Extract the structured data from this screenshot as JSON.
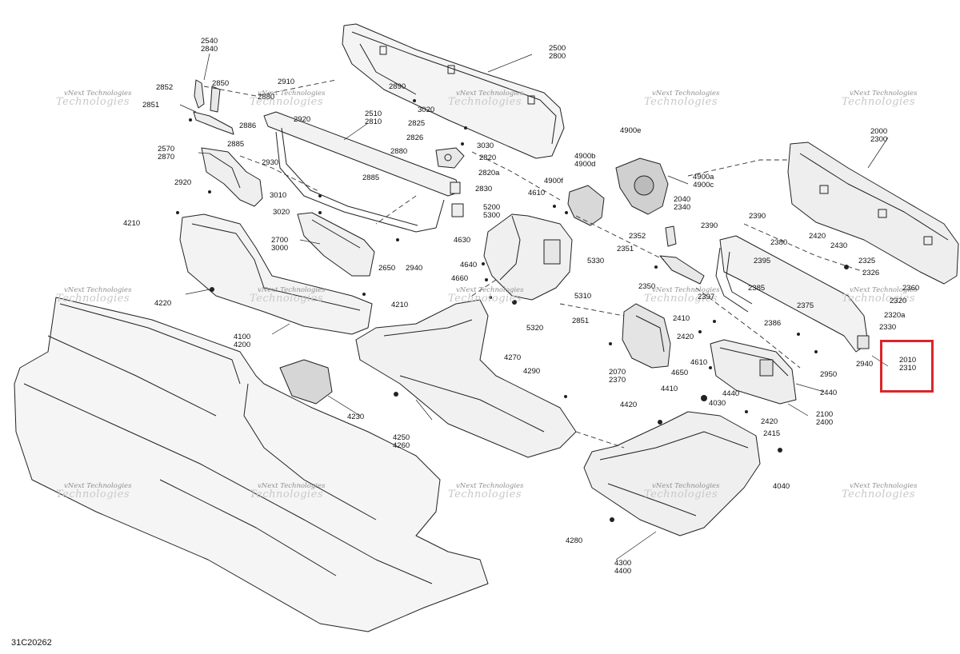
{
  "drawing_code": "31C20262",
  "watermark": {
    "line1": "vNext Technologies",
    "line2": "Technologies"
  },
  "highlight_color": "#d8262b",
  "highlighted_callout": [
    "2010",
    "2310"
  ],
  "callouts": [
    [
      "2540",
      "2840"
    ],
    [
      "2852"
    ],
    [
      "2850"
    ],
    [
      "2851"
    ],
    [
      "2910"
    ],
    [
      "2880"
    ],
    [
      "2920"
    ],
    [
      "2886"
    ],
    [
      "2885"
    ],
    [
      "2570",
      "2870"
    ],
    [
      "2930"
    ],
    [
      "2920"
    ],
    [
      "2510",
      "2810"
    ],
    [
      "2890"
    ],
    [
      "3020"
    ],
    [
      "2825"
    ],
    [
      "2826"
    ],
    [
      "3030"
    ],
    [
      "2820"
    ],
    [
      "2820a"
    ],
    [
      "2880"
    ],
    [
      "2830"
    ],
    [
      "2885"
    ],
    [
      "3010"
    ],
    [
      "3020"
    ],
    [
      "2500",
      "2800"
    ],
    [
      "4900e"
    ],
    [
      "4900b",
      "4900d"
    ],
    [
      "4900a",
      "4900c"
    ],
    [
      "4900f"
    ],
    [
      "4610"
    ],
    [
      "2040",
      "2340"
    ],
    [
      "2000",
      "2300"
    ],
    [
      "4210"
    ],
    [
      "2700",
      "3000"
    ],
    [
      "2650"
    ],
    [
      "2940"
    ],
    [
      "5200",
      "5300"
    ],
    [
      "4630"
    ],
    [
      "4640"
    ],
    [
      "4660"
    ],
    [
      "5330"
    ],
    [
      "5310"
    ],
    [
      "5320"
    ],
    [
      "4270"
    ],
    [
      "4220"
    ],
    [
      "4210"
    ],
    [
      "4100",
      "4200"
    ],
    [
      "2390"
    ],
    [
      "2352"
    ],
    [
      "2351"
    ],
    [
      "2350"
    ],
    [
      "2395"
    ],
    [
      "2397"
    ],
    [
      "2385"
    ],
    [
      "2375"
    ],
    [
      "2390"
    ],
    [
      "2420"
    ],
    [
      "2430"
    ],
    [
      "2380"
    ],
    [
      "2325"
    ],
    [
      "2326"
    ],
    [
      "2360"
    ],
    [
      "2320"
    ],
    [
      "2320a"
    ],
    [
      "2330"
    ],
    [
      "2851"
    ],
    [
      "2410"
    ],
    [
      "2420"
    ],
    [
      "2386"
    ],
    [
      "2070",
      "2370"
    ],
    [
      "4610"
    ],
    [
      "4650"
    ],
    [
      "4440"
    ],
    [
      "4410"
    ],
    [
      "4030"
    ],
    [
      "2950"
    ],
    [
      "2940"
    ],
    [
      "2440"
    ],
    [
      "2100",
      "2400"
    ],
    [
      "2420"
    ],
    [
      "2415"
    ],
    [
      "4420"
    ],
    [
      "4290"
    ],
    [
      "4230"
    ],
    [
      "4250",
      "4260"
    ],
    [
      "4040"
    ],
    [
      "4280"
    ],
    [
      "4300",
      "4400"
    ]
  ]
}
